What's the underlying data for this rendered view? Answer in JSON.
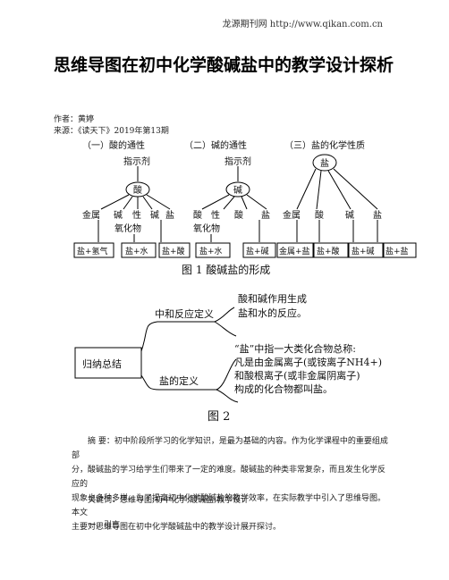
{
  "header": {
    "site": "龙源期刊网 http://www.qikan.com.cn"
  },
  "article": {
    "title": "思维导图在初中化学酸碱盐中的教学设计探析",
    "author": "作者：黄婷",
    "source": "来源：《读天下》2019年第13期"
  },
  "figure1": {
    "sections": [
      "（一）酸的通性",
      "（二）碱的通性",
      "（三）盐的化学性质"
    ],
    "acid": {
      "indicator": "指示剂",
      "center": "酸",
      "branches": [
        "金属",
        "碱",
        "性",
        "碱",
        "盐"
      ],
      "branch_sub": "氧化物",
      "results": [
        "盐+氢气",
        "盐+水",
        "盐+酸"
      ]
    },
    "base": {
      "indicator": "指示剂",
      "center": "碱",
      "branches": [
        "酸",
        "性",
        "酸",
        "盐"
      ],
      "branch_sub": "氧化物",
      "results": [
        "盐+水",
        "盐+碱"
      ]
    },
    "salt": {
      "center": "盐",
      "branches": [
        "金属",
        "酸",
        "碱",
        "盐"
      ],
      "results": [
        "金属+盐",
        "盐+酸",
        "盐+碱",
        "盐+盐"
      ]
    },
    "caption": "图 1    酸碱盐的形成"
  },
  "figure2": {
    "root": "归纳总结",
    "branch1": "中和反应定义",
    "branch1_text": [
      "酸和碱作用生成",
      "盐和水的反应。"
    ],
    "branch2": "盐的定义",
    "branch2_text": [
      "“盐”中指一大类化合物总称:",
      "凡是由金属离子(或铵离子NH4+)",
      "和酸根离子(或非金属阴离子)",
      "构成的化合物都叫盐。"
    ],
    "caption": "图 2"
  },
  "abstract": {
    "lines": [
      "摘 要：初中阶段所学习的化学知识，是最为基础的内容。作为化学课程中的重要组成部",
      "分，酸碱盐的学习给学生们带来了一定的难度。酸碱盐的种类非常复杂，而且发生化学反应的",
      "现象也多种多样。为了提高初中化学酸碱盐的教学效率，在实际教学中引入了思维导图。本文",
      "主要对思维导图在初中化学酸碱盐中的教学设计展开探讨。"
    ]
  },
  "keywords": "关键词：思维导图;初中化学;酸碱盐;教学设计",
  "section1": "一、引言"
}
